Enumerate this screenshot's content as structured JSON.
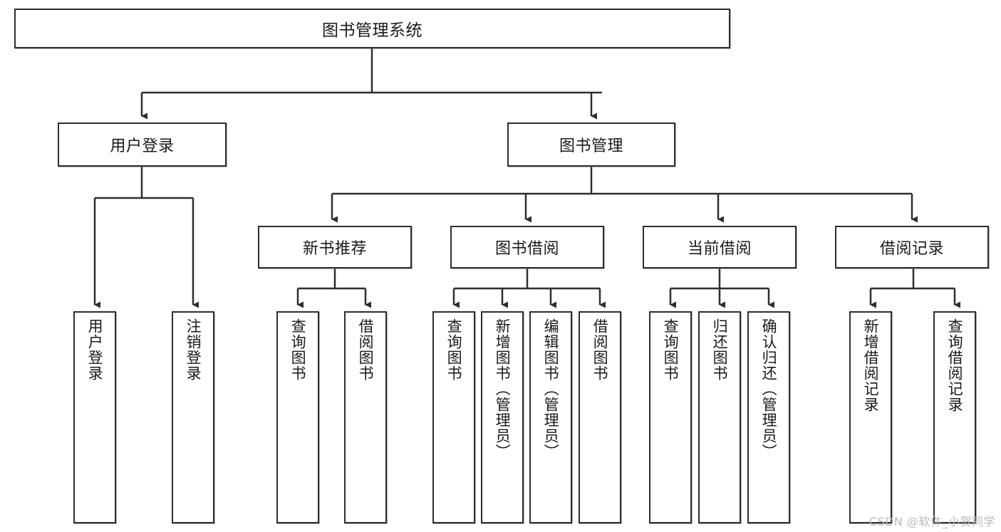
{
  "diagram": {
    "title": "图书管理系统",
    "type": "tree-hierarchy-chart",
    "watermark": "CSDN @软件_小贺同学",
    "colors": {
      "box_border": "#2e2e2e",
      "box_fill": "#ffffff",
      "edge": "#2e2e2e",
      "text": "#1a1a1a",
      "watermark": "#b9b9b9",
      "background": "#ffffff"
    },
    "nodes": {
      "root": {
        "label": "图书管理系统"
      },
      "level1": [
        {
          "label": "用户登录"
        },
        {
          "label": "图书管理"
        }
      ],
      "level2": [
        {
          "label": "新书推荐"
        },
        {
          "label": "图书借阅"
        },
        {
          "label": "当前借阅"
        },
        {
          "label": "借阅记录"
        }
      ],
      "leaves": {
        "user_login": [
          {
            "label": "用户登录"
          },
          {
            "label": "注销登录"
          }
        ],
        "new_book_rec": [
          {
            "label": "查询图书"
          },
          {
            "label": "借阅图书"
          }
        ],
        "book_borrow": [
          {
            "label": "查询图书"
          },
          {
            "label": "新增图书（管理员）"
          },
          {
            "label": "编辑图书（管理员）"
          },
          {
            "label": "借阅图书"
          }
        ],
        "current_borrow": [
          {
            "label": "查询图书"
          },
          {
            "label": "归还图书"
          },
          {
            "label": "确认归还（管理员）"
          }
        ],
        "borrow_record": [
          {
            "label": "新增借阅记录"
          },
          {
            "label": "查询借阅记录"
          }
        ]
      }
    }
  }
}
